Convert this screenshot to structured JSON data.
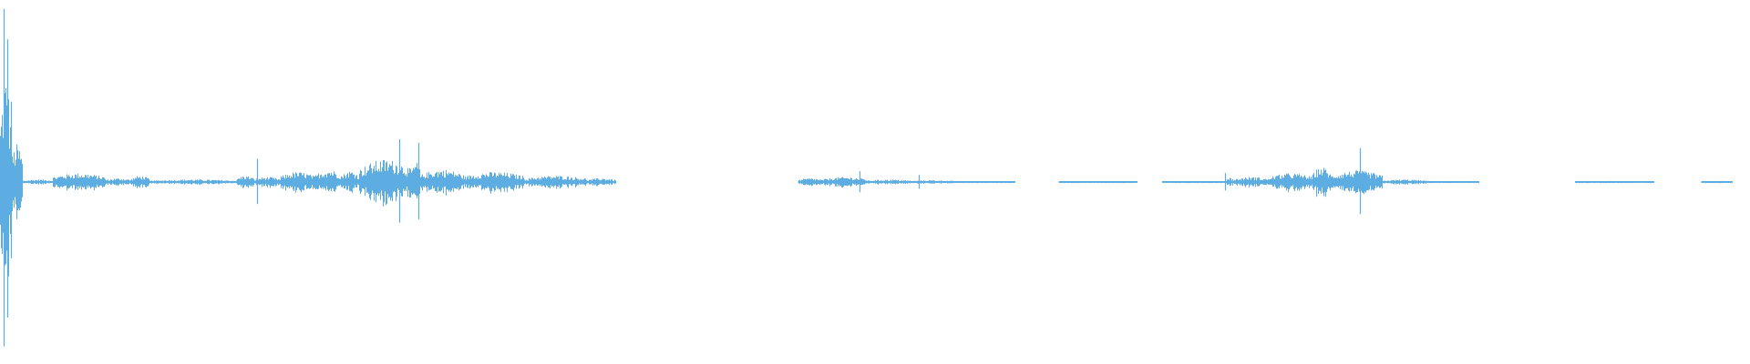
{
  "waveform": {
    "color": "#5dade2",
    "background": "#ffffff",
    "amplitude_scale": 1.0,
    "segments": [
      {
        "start": 0.0,
        "end": 0.006,
        "amp": 0.85
      },
      {
        "start": 0.006,
        "end": 0.013,
        "amp": 0.3
      },
      {
        "start": 0.013,
        "end": 0.03,
        "amp": 0.02
      },
      {
        "start": 0.03,
        "end": 0.06,
        "amp": 0.07
      },
      {
        "start": 0.06,
        "end": 0.075,
        "amp": 0.03
      },
      {
        "start": 0.075,
        "end": 0.085,
        "amp": 0.05
      },
      {
        "start": 0.085,
        "end": 0.135,
        "amp": 0.02
      },
      {
        "start": 0.135,
        "end": 0.145,
        "amp": 0.05
      },
      {
        "start": 0.145,
        "end": 0.16,
        "amp": 0.04
      },
      {
        "start": 0.16,
        "end": 0.18,
        "amp": 0.08
      },
      {
        "start": 0.18,
        "end": 0.195,
        "amp": 0.1
      },
      {
        "start": 0.195,
        "end": 0.205,
        "amp": 0.09
      },
      {
        "start": 0.205,
        "end": 0.235,
        "amp": 0.18
      },
      {
        "start": 0.235,
        "end": 0.24,
        "amp": 0.16
      },
      {
        "start": 0.24,
        "end": 0.265,
        "amp": 0.1
      },
      {
        "start": 0.265,
        "end": 0.3,
        "amp": 0.08
      },
      {
        "start": 0.3,
        "end": 0.335,
        "amp": 0.05
      },
      {
        "start": 0.335,
        "end": 0.352,
        "amp": 0.03
      },
      {
        "start": 0.456,
        "end": 0.47,
        "amp": 0.03
      },
      {
        "start": 0.47,
        "end": 0.495,
        "amp": 0.04
      },
      {
        "start": 0.495,
        "end": 0.52,
        "amp": 0.02
      },
      {
        "start": 0.52,
        "end": 0.545,
        "amp": 0.015
      },
      {
        "start": 0.545,
        "end": 0.58,
        "amp": 0.008
      },
      {
        "start": 0.605,
        "end": 0.65,
        "amp": 0.007
      },
      {
        "start": 0.664,
        "end": 0.7,
        "amp": 0.008
      },
      {
        "start": 0.7,
        "end": 0.705,
        "amp": 0.035
      },
      {
        "start": 0.705,
        "end": 0.725,
        "amp": 0.04
      },
      {
        "start": 0.725,
        "end": 0.75,
        "amp": 0.07
      },
      {
        "start": 0.75,
        "end": 0.76,
        "amp": 0.12
      },
      {
        "start": 0.76,
        "end": 0.79,
        "amp": 0.09
      },
      {
        "start": 0.79,
        "end": 0.815,
        "amp": 0.02
      },
      {
        "start": 0.815,
        "end": 0.845,
        "amp": 0.008
      },
      {
        "start": 0.9,
        "end": 0.945,
        "amp": 0.008
      },
      {
        "start": 0.972,
        "end": 0.99,
        "amp": 0.007
      }
    ],
    "spikes": [
      {
        "pos": 0.002,
        "amp": 0.97
      },
      {
        "pos": 0.004,
        "amp": 0.8
      },
      {
        "pos": 0.006,
        "amp": 0.45
      },
      {
        "pos": 0.147,
        "amp": 0.13
      },
      {
        "pos": 0.228,
        "amp": 0.24
      },
      {
        "pos": 0.239,
        "amp": 0.22
      },
      {
        "pos": 0.491,
        "amp": 0.06
      },
      {
        "pos": 0.525,
        "amp": 0.04
      },
      {
        "pos": 0.7,
        "amp": 0.05
      },
      {
        "pos": 0.777,
        "amp": 0.19
      }
    ]
  }
}
